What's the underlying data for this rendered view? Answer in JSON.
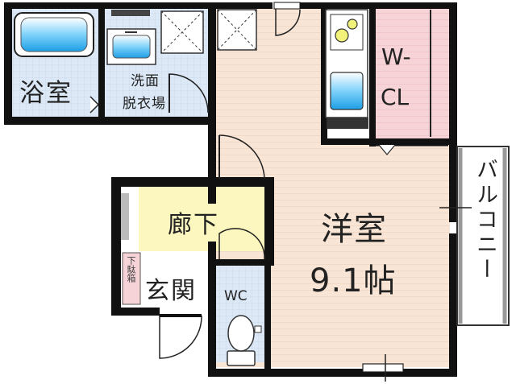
{
  "rooms": {
    "bath": "浴室",
    "washroom_line1": "洗面",
    "washroom_line2": "脱衣場",
    "closet_line1": "W-",
    "closet_line2": "CL",
    "hallway": "廊下",
    "entrance": "玄関",
    "shoe_box": "下駄箱",
    "toilet": "WC",
    "western_room": "洋室",
    "western_room_size": "9.1帖",
    "balcony": "バルコニー"
  },
  "colors": {
    "wall": "#111111",
    "floor_wood": "#f8e5d6",
    "wet_tile": "#dce8f6",
    "bath_tub": "#3fb3f0",
    "hallway_floor": "#fbf7bf",
    "closet_floor": "#f6d3d7",
    "shoe_box_fill": "#f6d3d7"
  }
}
